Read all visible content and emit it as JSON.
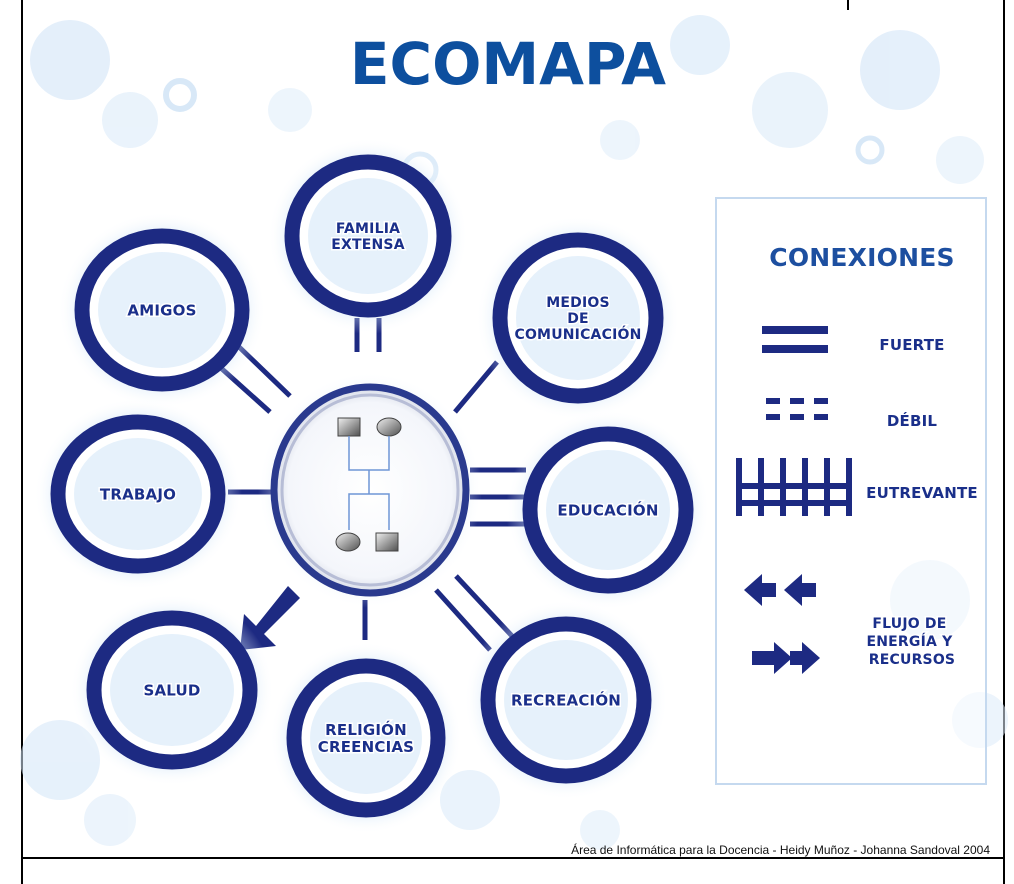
{
  "title": "ECOMAPA",
  "nodes": {
    "familia_extensa": [
      "FAMILIA",
      "EXTENSA"
    ],
    "amigos": [
      "AMIGOS"
    ],
    "medios": [
      "MEDIOS",
      "DE",
      "COMUNICACIÓN"
    ],
    "trabajo": [
      "TRABAJO"
    ],
    "educacion": [
      "EDUCACIÓN"
    ],
    "salud": [
      "SALUD"
    ],
    "religion": [
      "RELIGIÓN",
      "CREENCIAS"
    ],
    "recreacion": [
      "RECREACIÓN"
    ]
  },
  "legend": {
    "heading": "CONEXIONES",
    "fuerte": "FUERTE",
    "debil": "DÉBIL",
    "estresante": "EUTREVANTE",
    "flujo": [
      "FLUJO DE",
      "ENERGÍA Y",
      "RECURSOS"
    ]
  },
  "footer": "Área de Informática para la Docencia - Heidy Muñoz - Johanna Sandoval 2004",
  "colors": {
    "ring": "#1d2a82",
    "title": "#0d4f9e",
    "label": "#1a2f8a",
    "glow": "#9ec8ee"
  }
}
